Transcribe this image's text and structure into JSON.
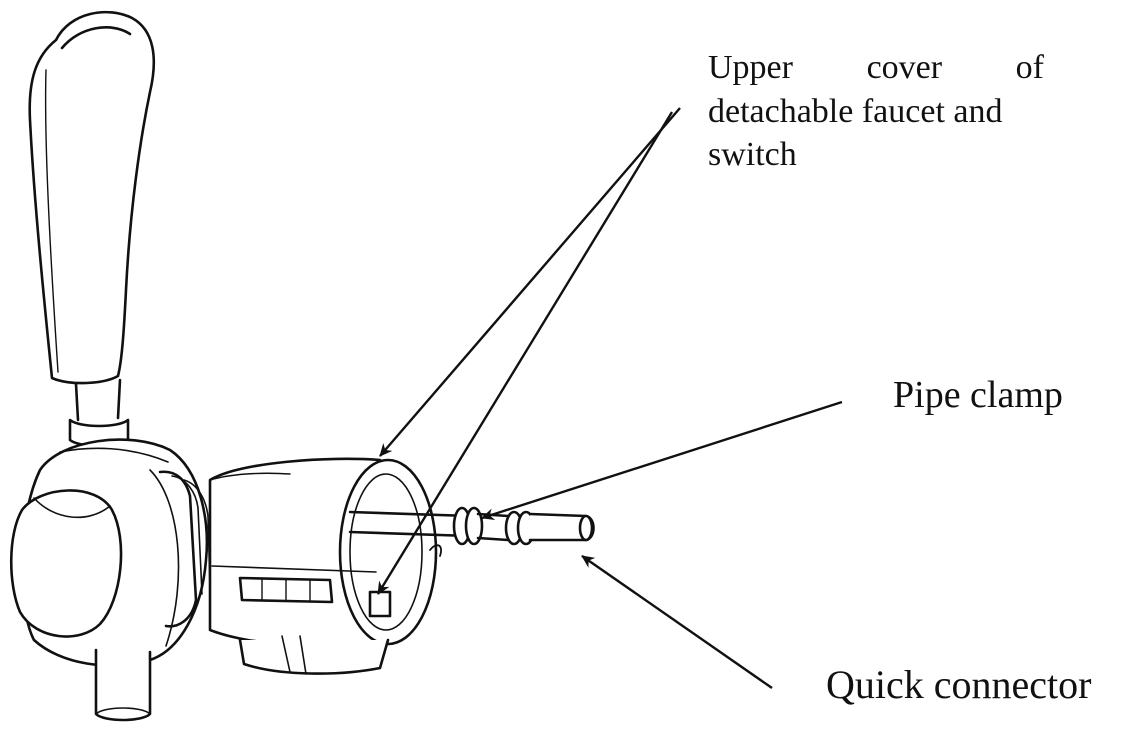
{
  "diagram": {
    "labels": {
      "upper_cover": {
        "line1_words": [
          "Upper",
          "cover",
          "of"
        ],
        "line2": "detachable faucet and",
        "line3": "switch"
      },
      "pipe_clamp": "Pipe clamp",
      "quick_connector": "Quick connector"
    },
    "colors": {
      "stroke": "#111111",
      "background": "#ffffff"
    }
  }
}
